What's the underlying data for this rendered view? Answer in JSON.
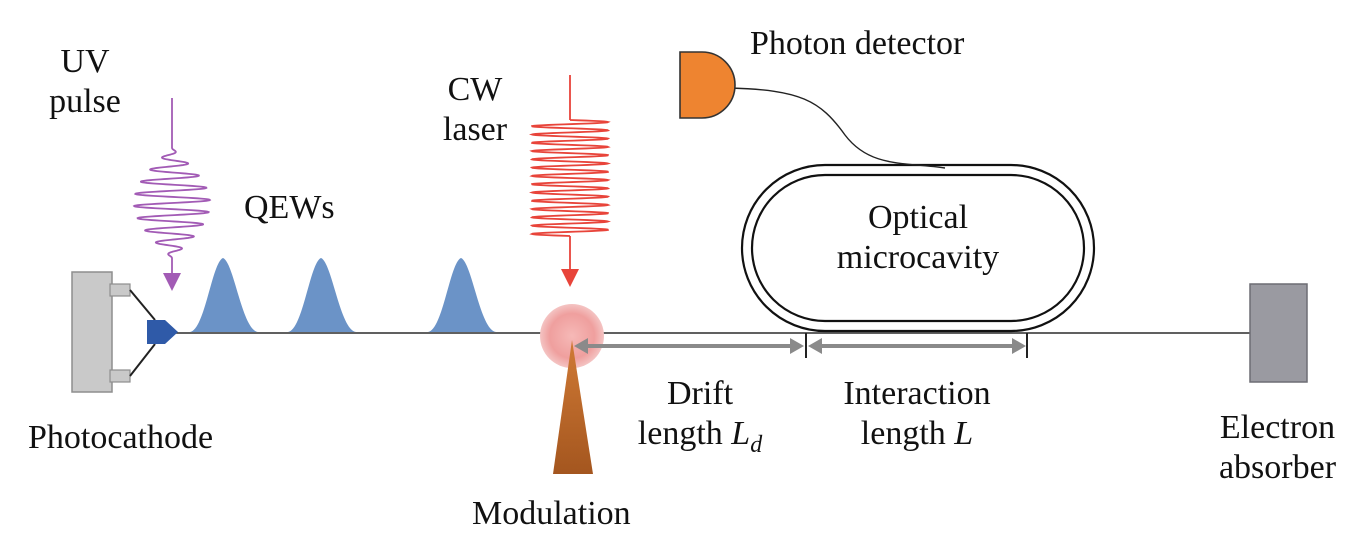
{
  "labels": {
    "uv_pulse_line1": "UV",
    "uv_pulse_line2": "pulse",
    "qews": "QEWs",
    "cw_laser_line1": "CW",
    "cw_laser_line2": "laser",
    "photon_detector": "Photon detector",
    "optical_microcavity_line1": "Optical",
    "optical_microcavity_line2": "microcavity",
    "photocathode": "Photocathode",
    "modulation": "Modulation",
    "drift_line1": "Drift",
    "drift_line2_text": "length ",
    "drift_symbol": "L",
    "drift_subscript": "d",
    "interaction_line1": "Interaction",
    "interaction_line2_text": "length ",
    "interaction_symbol": "L",
    "electron_absorber_line1": "Electron",
    "electron_absorber_line2": "absorber"
  },
  "colors": {
    "uv_pulse": "#a25bb5",
    "cw_laser": "#e8443a",
    "qew_fill": "#6b93c7",
    "photocathode_body": "#c9c9c9",
    "emitter_tip": "#2f5aa8",
    "modulation_glow": "#f2a7a6",
    "modulation_cone": "#b8652a",
    "photon_detector": "#ee8430",
    "absorber": "#9a9aa1",
    "arrow_gray": "#8a8a8a",
    "beam_line": "#2b2b2b"
  }
}
